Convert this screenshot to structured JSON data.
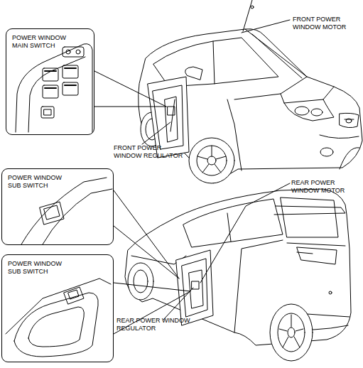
{
  "diagram": {
    "nodes": [
      {
        "text": [
          "POWER WINDOW MAIN SWITCH"
        ]
      },
      {
        "text": [
          "POWER WINDOW SUB SWITCH"
        ]
      },
      {
        "text": [
          "POWER WINDOW SUB SWITCH"
        ]
      }
    ],
    "labels": [
      "FRONT POWER WINDOW MOTOR",
      "FRONT POWER WINDOW REGULATOR",
      "REAR POWER WINDOW MOTOR",
      "REAR POWER WINDOW REGULATOR"
    ]
  }
}
